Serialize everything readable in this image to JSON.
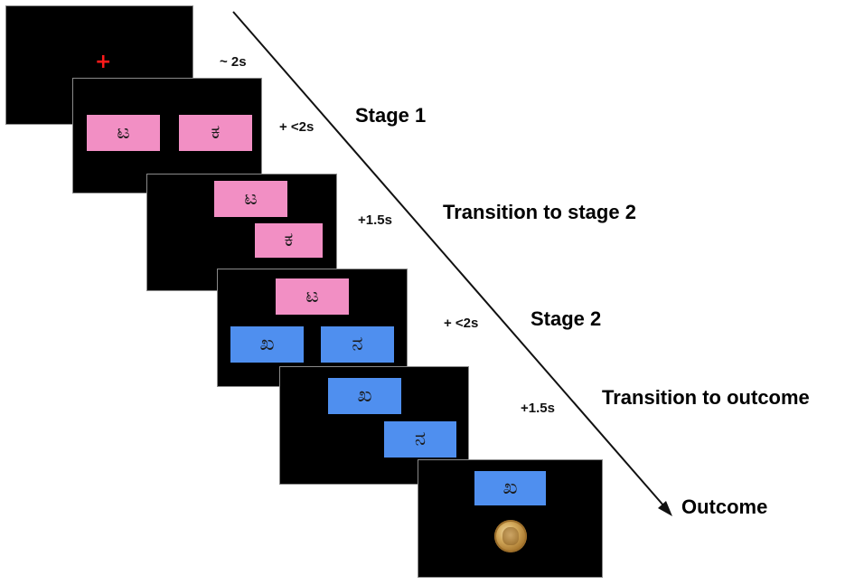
{
  "colors": {
    "pink": "#f28fc4",
    "blue": "#4f8fef",
    "fixation_red": "#ff1a1a",
    "arrow": "#111111"
  },
  "glyphs": {
    "stage1_left": "ಟ",
    "stage1_right": "ಕ",
    "stage2_left": "ಖ",
    "stage2_right": "ನ"
  },
  "timings": {
    "fixation": "~ 2s",
    "stage1": "+ <2s",
    "transition_to_stage2": "+1.5s",
    "stage2": "+ <2s",
    "transition_to_outcome": "+1.5s"
  },
  "stage_labels": {
    "stage1": "Stage 1",
    "transition_to_stage2": "Transition to stage 2",
    "stage2": "Stage 2",
    "transition_to_outcome": "Transition to outcome",
    "outcome": "Outcome"
  },
  "fixation_symbol": "+",
  "outcome_icon": "coin-icon"
}
